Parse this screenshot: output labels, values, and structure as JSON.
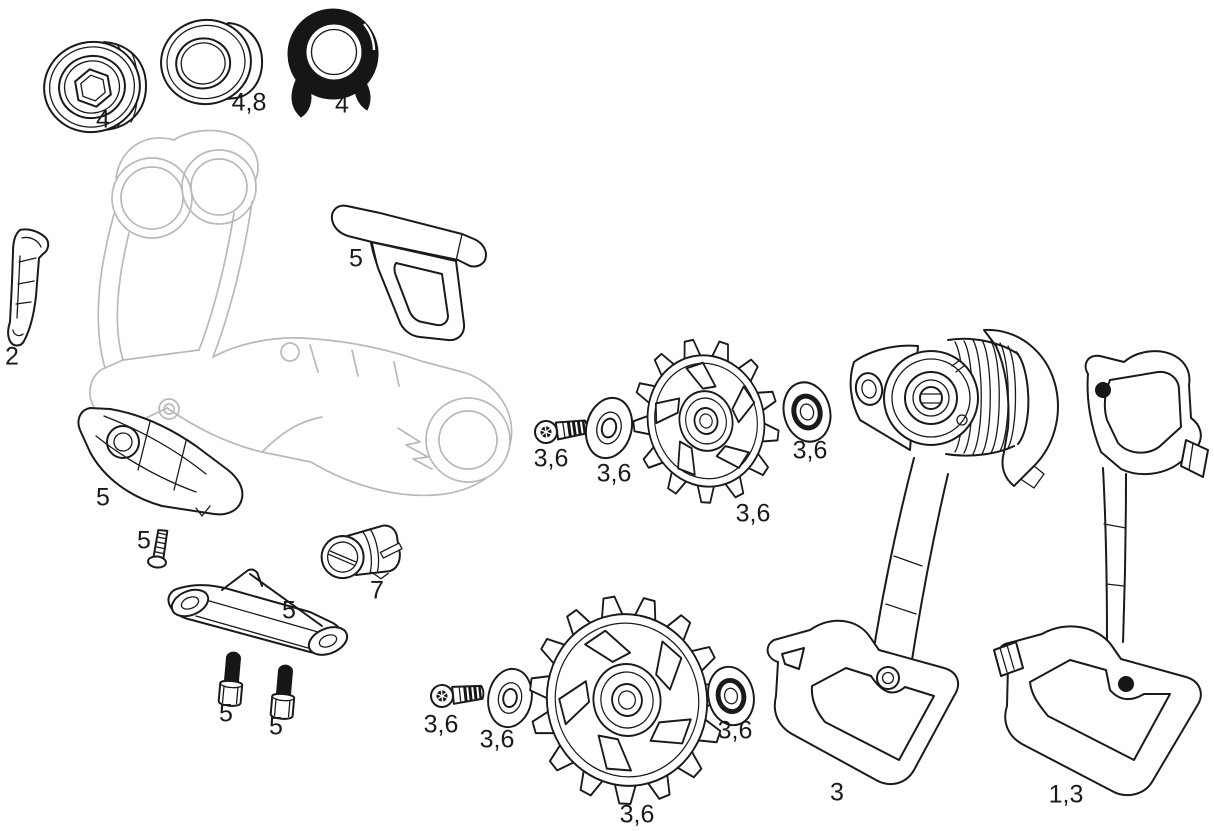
{
  "diagram": {
    "type": "exploded-parts-diagram",
    "subject": "rear-derailleur",
    "colors": {
      "line": "#1a1a1a",
      "ghost_body": "#b9b9b9",
      "background": "#ffffff",
      "label": "#1a1a1a"
    },
    "callouts": [
      {
        "id": "b-bolt",
        "label": "4"
      },
      {
        "id": "bushing",
        "label": "4,8"
      },
      {
        "id": "cover-cap",
        "label": "4"
      },
      {
        "id": "battery-latch",
        "label": "2"
      },
      {
        "id": "cover-top",
        "label": "5"
      },
      {
        "id": "skid-plate",
        "label": "5"
      },
      {
        "id": "skid-plate-screw",
        "label": "5"
      },
      {
        "id": "bash-bracket",
        "label": "5"
      },
      {
        "id": "bracket-bolt-1",
        "label": "5"
      },
      {
        "id": "bracket-bolt-2",
        "label": "5"
      },
      {
        "id": "barrel-adjuster",
        "label": "7"
      },
      {
        "id": "upper-pulley-screw",
        "label": "3,6"
      },
      {
        "id": "upper-pulley-washer",
        "label": "3,6"
      },
      {
        "id": "upper-pulley",
        "label": "3,6"
      },
      {
        "id": "upper-pulley-bearing",
        "label": "3,6"
      },
      {
        "id": "lower-pulley-screw",
        "label": "3,6"
      },
      {
        "id": "lower-pulley-washer",
        "label": "3,6"
      },
      {
        "id": "lower-pulley",
        "label": "3,6"
      },
      {
        "id": "lower-pulley-bearing",
        "label": "3,6"
      },
      {
        "id": "inner-cage",
        "label": "3"
      },
      {
        "id": "outer-cage-plate",
        "label": "1,3"
      }
    ]
  }
}
